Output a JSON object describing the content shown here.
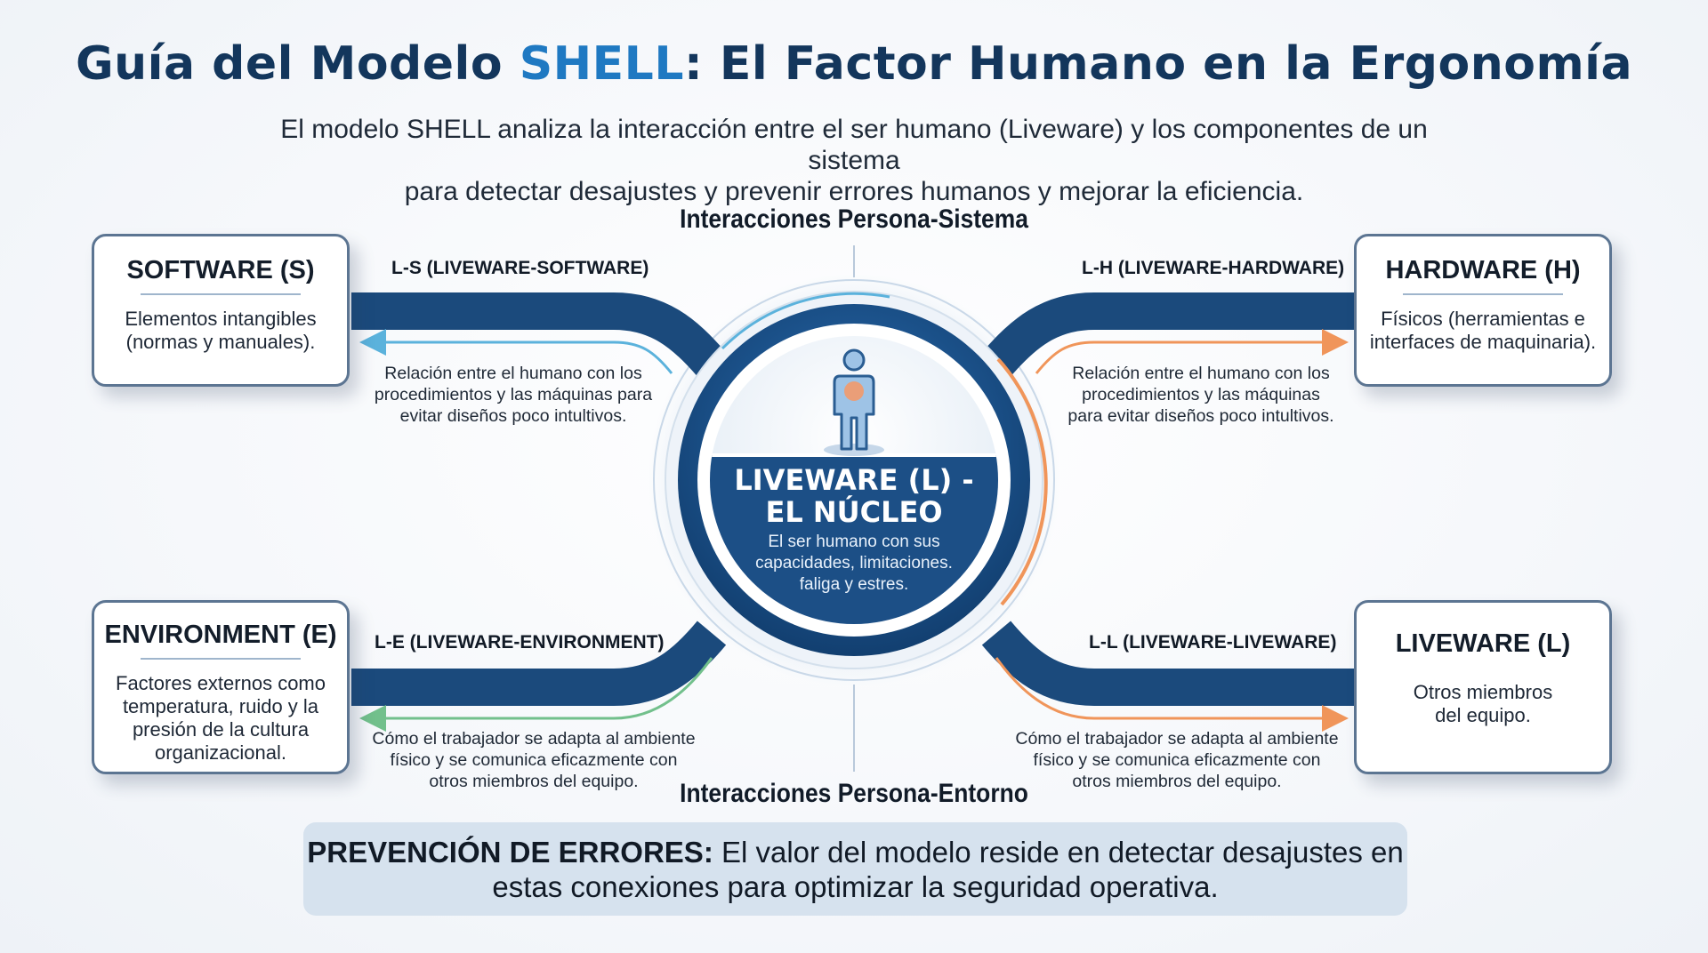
{
  "header": {
    "title_before": "Guía del Modelo ",
    "title_accent": "SHELL",
    "title_after": ": El Factor Humano en la Ergonomía",
    "subtitle_line1": "El modelo SHELL analiza la interacción entre el ser humano (Liveware) y los componentes de un sistema",
    "subtitle_line2": "para detectar desajustes y prevenir errores humanos y mejorar la eficiencia."
  },
  "sections": {
    "top": "Interacciones Persona-Sistema",
    "bottom": "Interacciones Persona-Entorno"
  },
  "center": {
    "title_line1": "LIVEWARE (L) -",
    "title_line2": "EL NÚCLEO",
    "desc_line1": "El ser humano con sus",
    "desc_line2": "capacidades, limitaciones.",
    "desc_line3": "faliga y estres.",
    "person_icon": "person-icon"
  },
  "cards": {
    "software": {
      "title": "SOFTWARE (S)",
      "desc_line1": "Elementos intangibles",
      "desc_line2": "(normas y manuales)."
    },
    "hardware": {
      "title": "HARDWARE (H)",
      "desc_line1": "Físicos (herramientas e",
      "desc_line2": "interfaces de maquinaria)."
    },
    "environment": {
      "title": "ENVIRONMENT (E)",
      "desc_line1": "Factores externos como",
      "desc_line2": "temperatura, ruido y la",
      "desc_line3": "presión de la cultura",
      "desc_line4": "organizacional."
    },
    "liveware": {
      "title": "LIVEWARE (L)",
      "desc_line1": "Otros miembros",
      "desc_line2": "del equipo."
    }
  },
  "connections": {
    "ls": {
      "title": "L-S (LIVEWARE-SOFTWARE)",
      "desc_line1": "Relación entre el humano con los",
      "desc_line2": "procedimientos y las máquinas para",
      "desc_line3": "evitar diseños poco intultivos."
    },
    "lh": {
      "title": "L-H (LIVEWARE-HARDWARE)",
      "desc_line1": "Relación entre el humano con los",
      "desc_line2": "procedimientos y las máquinas",
      "desc_line3": "para evitar diseños poco intultivos."
    },
    "le": {
      "title": "L-E (LIVEWARE-ENVIRONMENT)",
      "desc_line1": "Cómo el trabajador se adapta al ambiente",
      "desc_line2": "físico y se comunica eficazmente con",
      "desc_line3": "otros miembros del equipo."
    },
    "ll": {
      "title": "L-L (LIVEWARE-LIVEWARE)",
      "desc_line1": "Cómo el trabajador se adapta al ambiente",
      "desc_line2": "físico y se comunica eficazmente con",
      "desc_line3": "otros miembros del equipo."
    }
  },
  "footer": {
    "bold": "PREVENCIÓN DE ERRORES:",
    "line1_rest": " El valor del modelo reside en detectar desajustes en",
    "line2": "estas conexiones para optimizar la seguridad operativa."
  },
  "colors": {
    "navy": "#1b4a7c",
    "accent_blue": "#1f79c2",
    "arrow_blue": "#5bb2dc",
    "arrow_orange": "#f0955a",
    "arrow_green": "#72c08c"
  }
}
